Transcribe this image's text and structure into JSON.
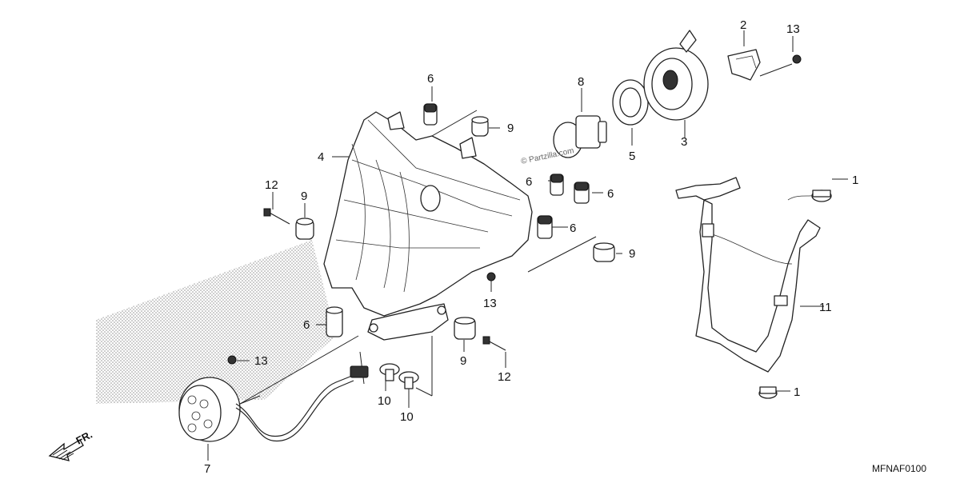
{
  "diagram": {
    "code": "MFNAF0100",
    "watermark": "© Partzilla.com",
    "direction_label": "FR.",
    "callouts": [
      {
        "id": "c1a",
        "text": "1"
      },
      {
        "id": "c1b",
        "text": "1"
      },
      {
        "id": "c2",
        "text": "2"
      },
      {
        "id": "c3",
        "text": "3"
      },
      {
        "id": "c4",
        "text": "4"
      },
      {
        "id": "c5",
        "text": "5"
      },
      {
        "id": "c6a",
        "text": "6"
      },
      {
        "id": "c6b",
        "text": "6"
      },
      {
        "id": "c6c",
        "text": "6"
      },
      {
        "id": "c6d",
        "text": "6"
      },
      {
        "id": "c6e",
        "text": "6"
      },
      {
        "id": "c7",
        "text": "7"
      },
      {
        "id": "c8",
        "text": "8"
      },
      {
        "id": "c9a",
        "text": "9"
      },
      {
        "id": "c9b",
        "text": "9"
      },
      {
        "id": "c9c",
        "text": "9"
      },
      {
        "id": "c9d",
        "text": "9"
      },
      {
        "id": "c10a",
        "text": "10"
      },
      {
        "id": "c10b",
        "text": "10"
      },
      {
        "id": "c11",
        "text": "11"
      },
      {
        "id": "c12a",
        "text": "12"
      },
      {
        "id": "c12b",
        "text": "12"
      },
      {
        "id": "c13a",
        "text": "13"
      },
      {
        "id": "c13b",
        "text": "13"
      },
      {
        "id": "c13c",
        "text": "13"
      }
    ]
  }
}
